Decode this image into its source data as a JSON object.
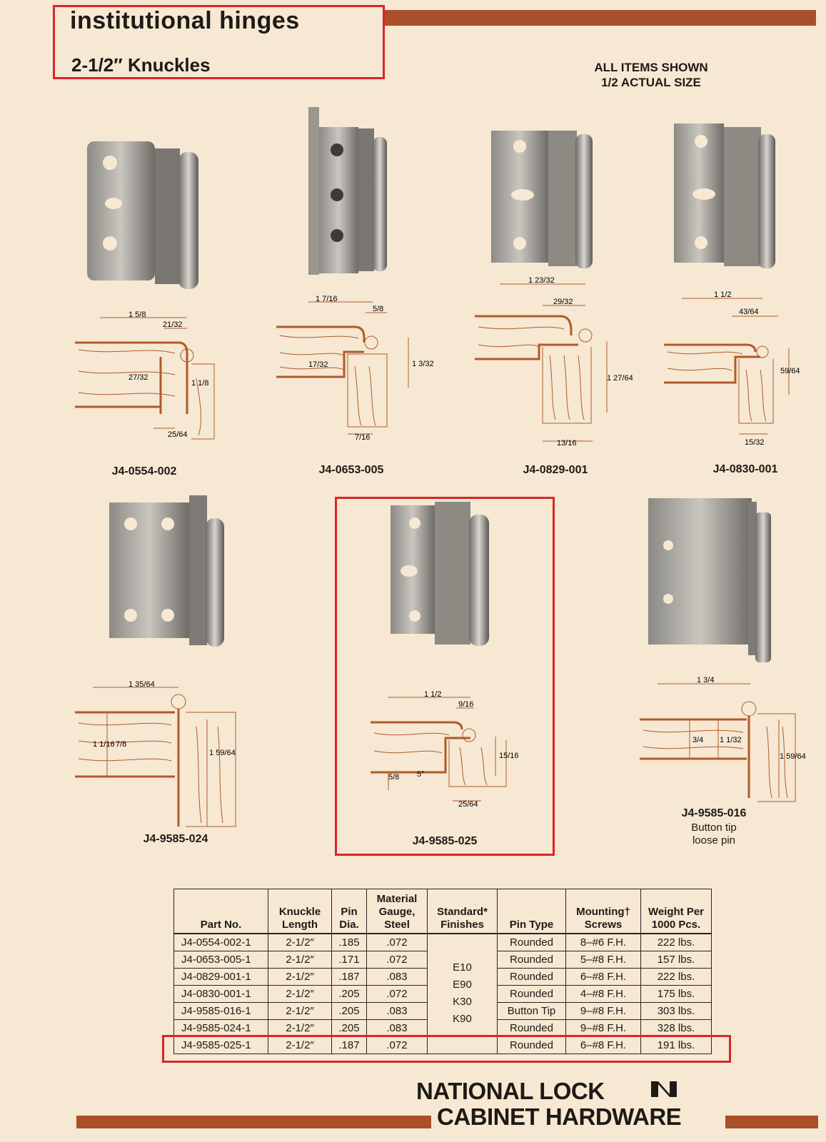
{
  "header": {
    "title": "institutional hinges",
    "subtitle": "2-1/2″ Knuckles",
    "scale_note_line1": "ALL ITEMS SHOWN",
    "scale_note_line2": "1/2 ACTUAL SIZE"
  },
  "colors": {
    "accent_rule": "#a9502a",
    "highlight_box": "#d9252a",
    "drawing": "#b05a2c",
    "background": "#f6e8d2"
  },
  "hinges": [
    {
      "part": "J4-0554-002"
    },
    {
      "part": "J4-0653-005"
    },
    {
      "part": "J4-0829-001"
    },
    {
      "part": "J4-0830-001"
    },
    {
      "part": "J4-9585-024"
    },
    {
      "part": "J4-9585-025"
    },
    {
      "part": "J4-9585-016",
      "caption_line1": "Button tip",
      "caption_line2": "loose pin"
    }
  ],
  "dimensions": {
    "d1": [
      "1 5/8",
      "21/32",
      "27/32",
      "1 1/8",
      "25/64"
    ],
    "d2": [
      "1 7/16",
      "5/8",
      "17/32",
      "1 3/32",
      "7/16"
    ],
    "d3": [
      "1 23/32",
      "29/32",
      "1 27/64",
      "13/16"
    ],
    "d4": [
      "1 1/2",
      "43/64",
      "59/64",
      "15/32"
    ],
    "d5": [
      "1 35/64",
      "1 1/16",
      "7/8",
      "1 59/64"
    ],
    "d6": [
      "1 1/2",
      "9/16",
      "15/16",
      "5/8",
      "5°",
      "25/64"
    ],
    "d7": [
      "1 3/4",
      "3/4",
      "1 1/32",
      "1 59/64"
    ]
  },
  "table": {
    "headers": [
      "Part No.",
      "Knuckle Length",
      "Pin Dia.",
      "Material Gauge, Steel",
      "Standard* Finishes",
      "Pin Type",
      "Mounting† Screws",
      "Weight Per 1000 Pcs."
    ],
    "finishes": [
      "E10",
      "E90",
      "K30",
      "K90"
    ],
    "rows": [
      [
        "J4-0554-002-1",
        "2-1/2″",
        ".185",
        ".072",
        "Rounded",
        "8–#6 F.H.",
        "222 lbs."
      ],
      [
        "J4-0653-005-1",
        "2-1/2″",
        ".171",
        ".072",
        "Rounded",
        "5–#8 F.H.",
        "157 lbs."
      ],
      [
        "J4-0829-001-1",
        "2-1/2″",
        ".187",
        ".083",
        "Rounded",
        "6–#8 F.H.",
        "222 lbs."
      ],
      [
        "J4-0830-001-1",
        "2-1/2″",
        ".205",
        ".072",
        "Rounded",
        "4–#8 F.H.",
        "175 lbs."
      ],
      [
        "J4-9585-016-1",
        "2-1/2″",
        ".205",
        ".083",
        "Button Tip",
        "9–#8 F.H.",
        "303 lbs."
      ],
      [
        "J4-9585-024-1",
        "2-1/2″",
        ".205",
        ".083",
        "Rounded",
        "9–#8 F.H.",
        "328 lbs."
      ],
      [
        "J4-9585-025-1",
        "2-1/2″",
        ".187",
        ".072",
        "Rounded",
        "6–#8 F.H.",
        "191 lbs."
      ]
    ]
  },
  "footer": {
    "brand_line1": "NATIONAL LOCK",
    "brand_line2": "CABINET HARDWARE"
  }
}
